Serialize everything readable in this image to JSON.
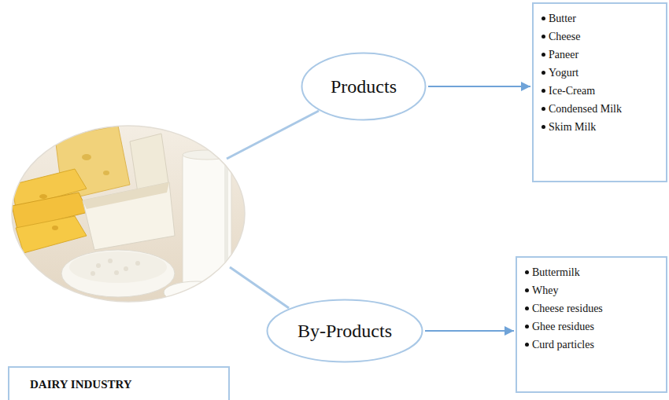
{
  "diagram": {
    "nodes": [
      {
        "text": [
          "Products"
        ]
      },
      {
        "text": [
          "Butter",
          "Cheese",
          "Paneer",
          "Yogurt",
          "Ice-Cream",
          "Condensed Milk",
          "Skim Milk"
        ]
      },
      {
        "text": [
          "By-Products"
        ]
      },
      {
        "text": [
          "Buttermilk",
          "Whey",
          "Cheese residues",
          "Ghee residues",
          "Curd particles"
        ]
      },
      {
        "text": [
          "DAIRY INDUSTRY"
        ]
      }
    ],
    "edges": [
      {
        "from": 0,
        "to": 1,
        "arrow": "to"
      },
      {
        "from": 2,
        "to": 3,
        "arrow": "to"
      }
    ]
  }
}
